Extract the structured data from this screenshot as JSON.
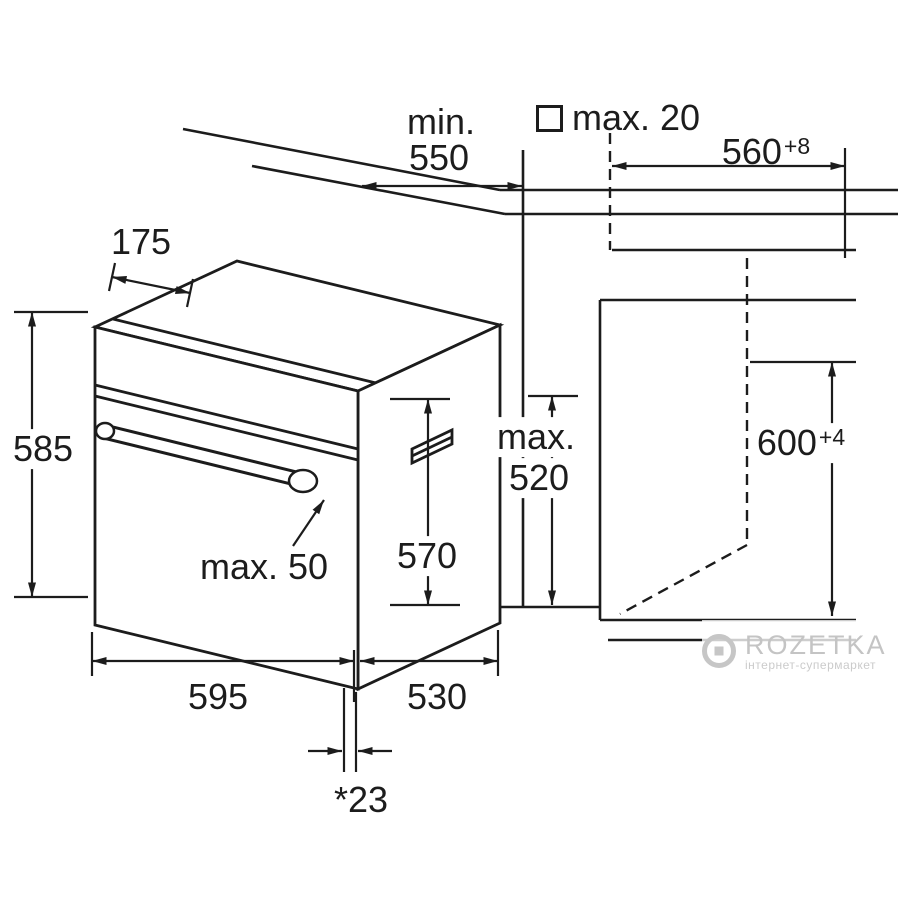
{
  "labels": {
    "min_550": {
      "line1": "min.",
      "line2": "550"
    },
    "max_20": "max. 20",
    "niche_width": {
      "value": "560",
      "tol": "+8"
    },
    "d175": "175",
    "d585": "585",
    "max_520": {
      "line1": "max.",
      "line2": "520"
    },
    "niche_height": {
      "value": "600",
      "tol": "+4"
    },
    "max_50": "max. 50",
    "d570": "570",
    "d595": "595",
    "d530": "530",
    "door_offset": "*23"
  },
  "watermark": {
    "brand": "ROZETKA",
    "tagline": "інтернет-супермаркет"
  },
  "colors": {
    "line": "#1c1c1c",
    "watermark_gray": "#c6c6c6",
    "background": "#ffffff"
  }
}
